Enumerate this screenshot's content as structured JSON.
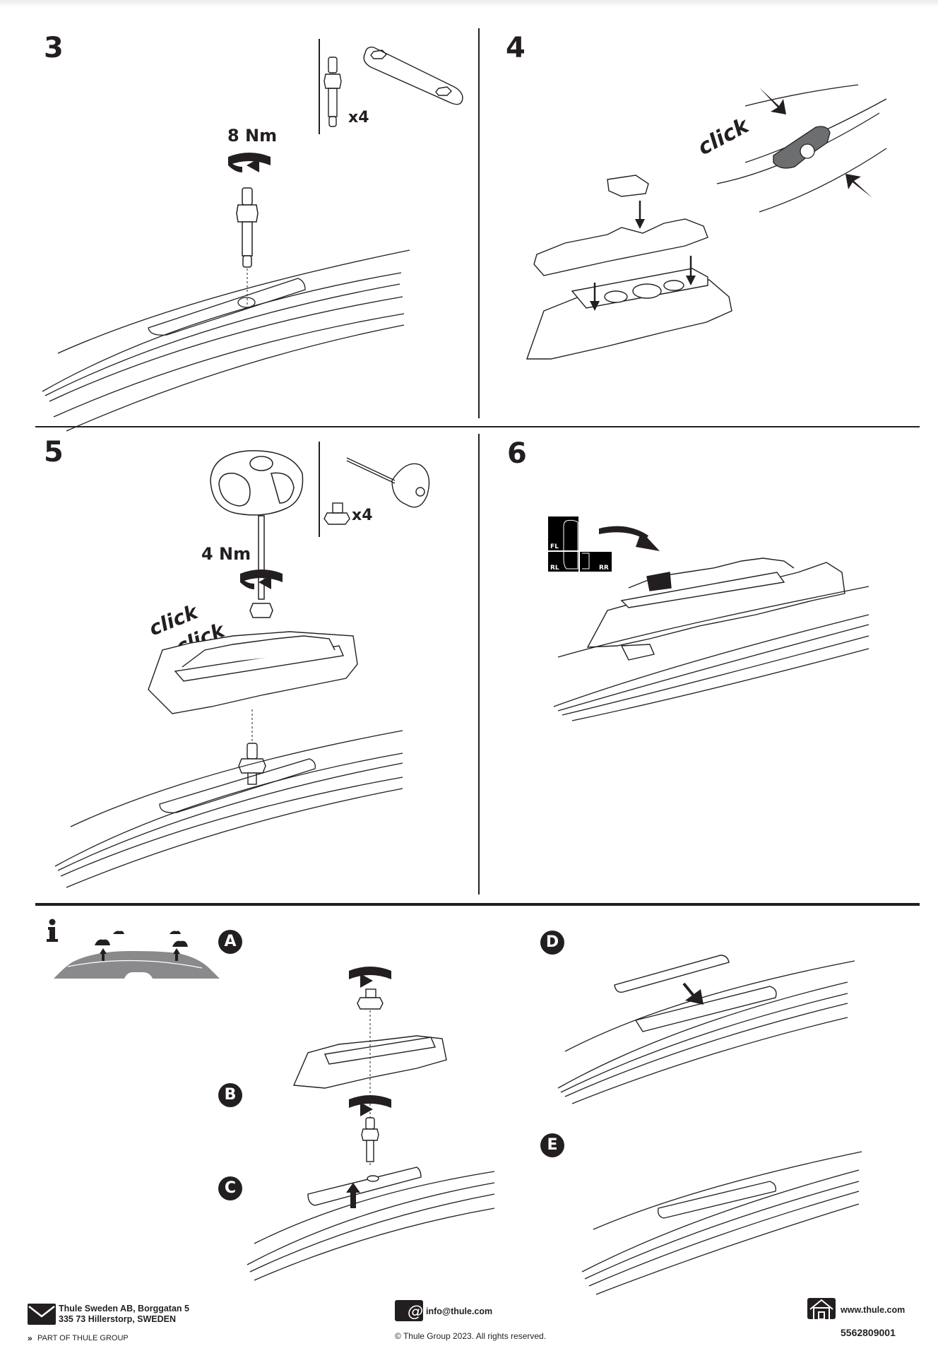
{
  "document": {
    "type": "assembly instructions",
    "brand_color": "#231f20",
    "accent_gray": "#8a8a8c"
  },
  "steps": [
    {
      "number": "3",
      "torque": "8 Nm",
      "parts_quantity": "x4",
      "parts": [
        "threaded-stud-with-nut",
        "flat-wrench-plate"
      ]
    },
    {
      "number": "4",
      "click_label": "click"
    },
    {
      "number": "5",
      "torque": "4 Nm",
      "parts_quantity": "x4",
      "click_labels": [
        "click",
        "click"
      ],
      "parts": [
        "nut",
        "t-handle-hex-key"
      ]
    },
    {
      "number": "6",
      "position_labels": [
        "FL",
        "RL",
        "RR"
      ]
    }
  ],
  "info": {
    "icon": "info-icon",
    "sub_steps": [
      {
        "letter": "A"
      },
      {
        "letter": "B"
      },
      {
        "letter": "C"
      },
      {
        "letter": "D"
      },
      {
        "letter": "E"
      }
    ]
  },
  "footer": {
    "address_line1": "Thule Sweden AB, Borggatan 5",
    "address_line2": "335 73 Hillerstorp, SWEDEN",
    "group_label": "PART OF THULE GROUP",
    "email": "info@thule.com",
    "copyright": "© Thule Group 2023. All rights reserved.",
    "website": "www.thule.com",
    "part_number": "5562809001"
  }
}
